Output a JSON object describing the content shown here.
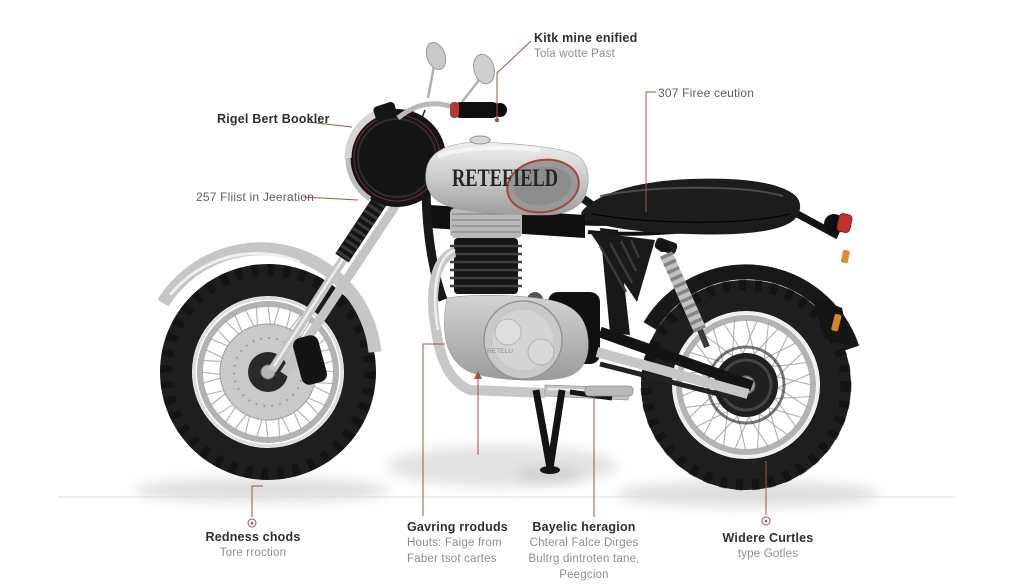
{
  "bike": {
    "tank_logo": "RETEFIELD",
    "engine_badge": "RETELU"
  },
  "callouts": {
    "mirror": {
      "title": "Kitk mine enified",
      "sub": "Tola wotte Past"
    },
    "seat": {
      "title": "307 Firee ceution"
    },
    "headlight": {
      "title": "Rigel Bert Bookler"
    },
    "fork": {
      "title": "257 Fliist in Jeeration"
    },
    "front_wheel": {
      "title": "Redness chods",
      "sub": "Tore rroction"
    },
    "engine": {
      "title": "Gavring rroduds",
      "line2": "Houts: Faige from",
      "line3": "Faber tsot cartes"
    },
    "brake": {
      "title": "Bayelic heragion",
      "line2": "Chteral Falce Dirges",
      "line3": "Bultrg dintroten tane,",
      "line4": "Peegcion"
    },
    "rear_wheel": {
      "title": "Widere Curtles",
      "sub": "type Gotles"
    }
  },
  "colors": {
    "background": "#ffffff",
    "leader": "#a94f45",
    "title": "#2f2f2f",
    "subtitle": "#8d8d8d",
    "accent_red": "#b5453c",
    "tire": "#1e1e1e",
    "chrome": "#c6c6c6"
  }
}
